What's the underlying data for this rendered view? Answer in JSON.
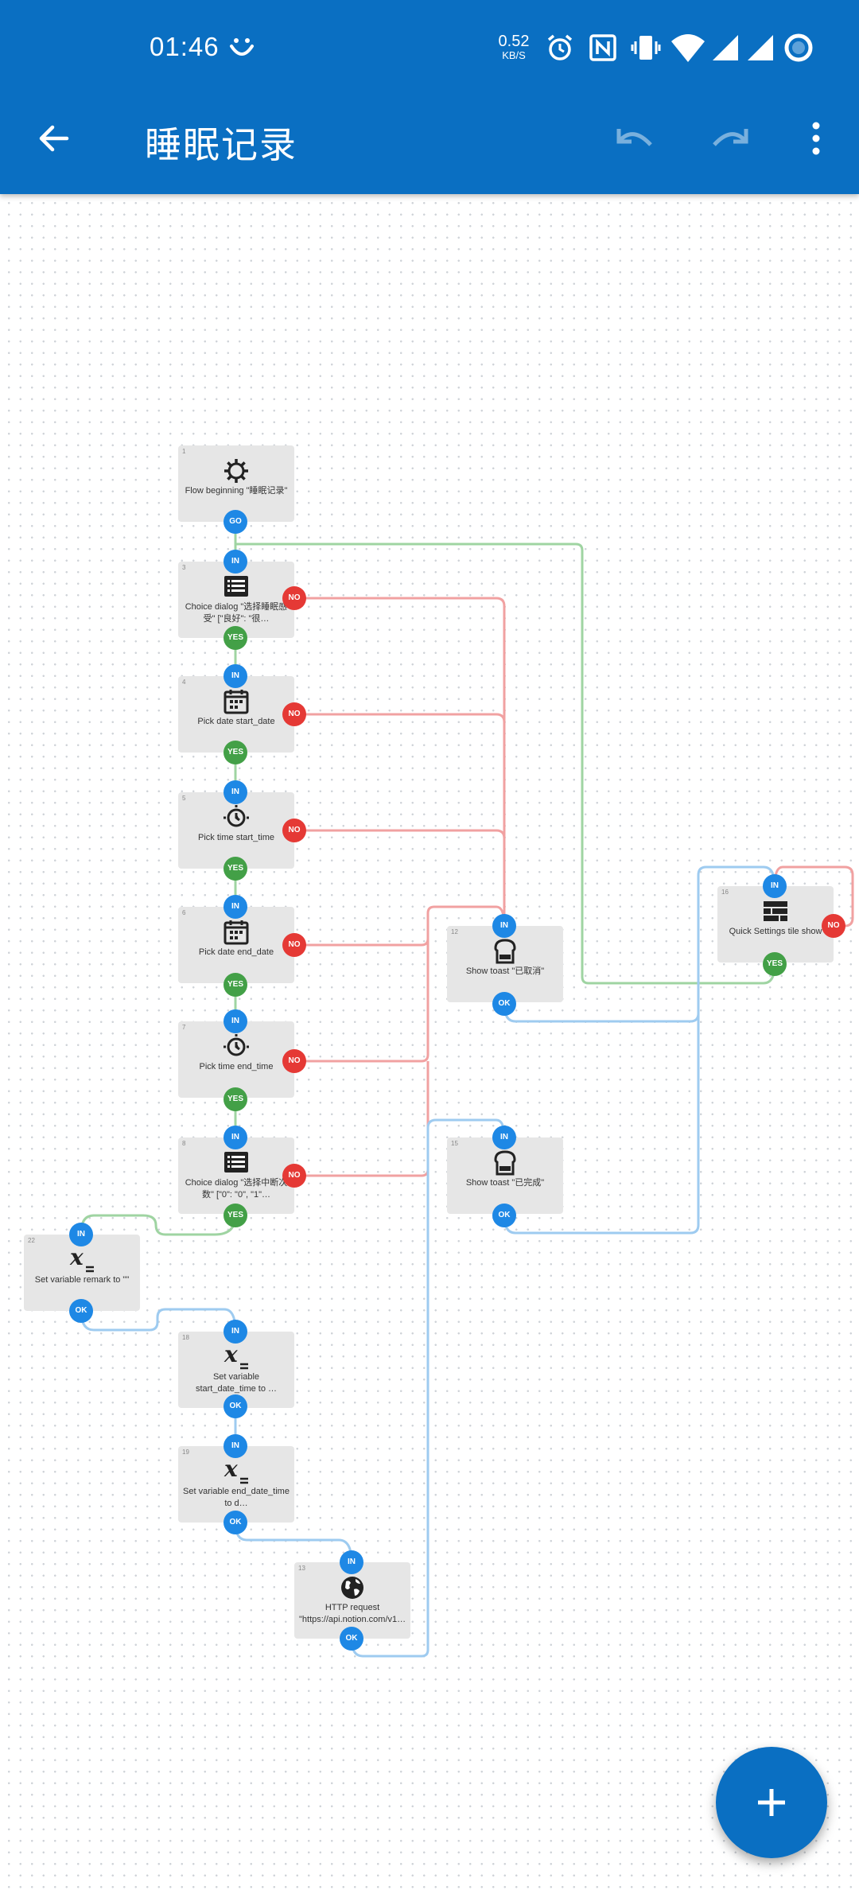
{
  "status_bar": {
    "time": "01:46",
    "net_speed_value": "0.52",
    "net_speed_unit": "KB/S"
  },
  "toolbar": {
    "title": "睡眠记录"
  },
  "colors": {
    "appbar": "#0a6fc2",
    "port_blue": "#1e88e5",
    "port_green": "#43a047",
    "port_red": "#e53935",
    "wire_blue": "#9ecbf0",
    "wire_green": "#9fd4a2",
    "wire_red": "#f1a1a1"
  },
  "nodes": [
    {
      "id": "1",
      "icon": "gear-icon",
      "label": "Flow beginning \"睡眠记录\"",
      "ports": {
        "out": "GO"
      }
    },
    {
      "id": "3",
      "icon": "list-icon",
      "label": "Choice dialog \"选择睡眠感受\" [\"良好\": \"很…",
      "ports": {
        "in": "IN",
        "yes": "YES",
        "no": "NO"
      }
    },
    {
      "id": "4",
      "icon": "calendar-icon",
      "label": "Pick date start_date",
      "ports": {
        "in": "IN",
        "yes": "YES",
        "no": "NO"
      }
    },
    {
      "id": "5",
      "icon": "clock-icon",
      "label": "Pick time start_time",
      "ports": {
        "in": "IN",
        "yes": "YES",
        "no": "NO"
      }
    },
    {
      "id": "6",
      "icon": "calendar-icon",
      "label": "Pick date end_date",
      "ports": {
        "in": "IN",
        "yes": "YES",
        "no": "NO"
      }
    },
    {
      "id": "7",
      "icon": "clock-icon",
      "label": "Pick time end_time",
      "ports": {
        "in": "IN",
        "yes": "YES",
        "no": "NO"
      }
    },
    {
      "id": "8",
      "icon": "list-icon",
      "label": "Choice dialog \"选择中断次数\" [\"0\": \"0\", \"1\"…",
      "ports": {
        "in": "IN",
        "yes": "YES",
        "no": "NO"
      }
    },
    {
      "id": "22",
      "icon": "variable-icon",
      "label": "Set variable remark to \"\"",
      "ports": {
        "in": "IN",
        "ok": "OK"
      }
    },
    {
      "id": "18",
      "icon": "variable-icon",
      "label": "Set variable start_date_time to …",
      "ports": {
        "in": "IN",
        "ok": "OK"
      }
    },
    {
      "id": "19",
      "icon": "variable-icon",
      "label": "Set variable end_date_time to d…",
      "ports": {
        "in": "IN",
        "ok": "OK"
      }
    },
    {
      "id": "13",
      "icon": "globe-icon",
      "label": "HTTP request \"https://api.notion.com/v1…",
      "ports": {
        "in": "IN",
        "ok": "OK"
      }
    },
    {
      "id": "12",
      "icon": "toast-icon",
      "label": "Show toast \"已取消\"",
      "ports": {
        "in": "IN",
        "ok": "OK"
      }
    },
    {
      "id": "15",
      "icon": "toast-icon",
      "label": "Show toast \"已完成\"",
      "ports": {
        "in": "IN",
        "ok": "OK"
      }
    },
    {
      "id": "16",
      "icon": "tile-icon",
      "label": "Quick Settings tile show",
      "ports": {
        "in": "IN",
        "yes": "YES",
        "no": "NO"
      }
    }
  ]
}
